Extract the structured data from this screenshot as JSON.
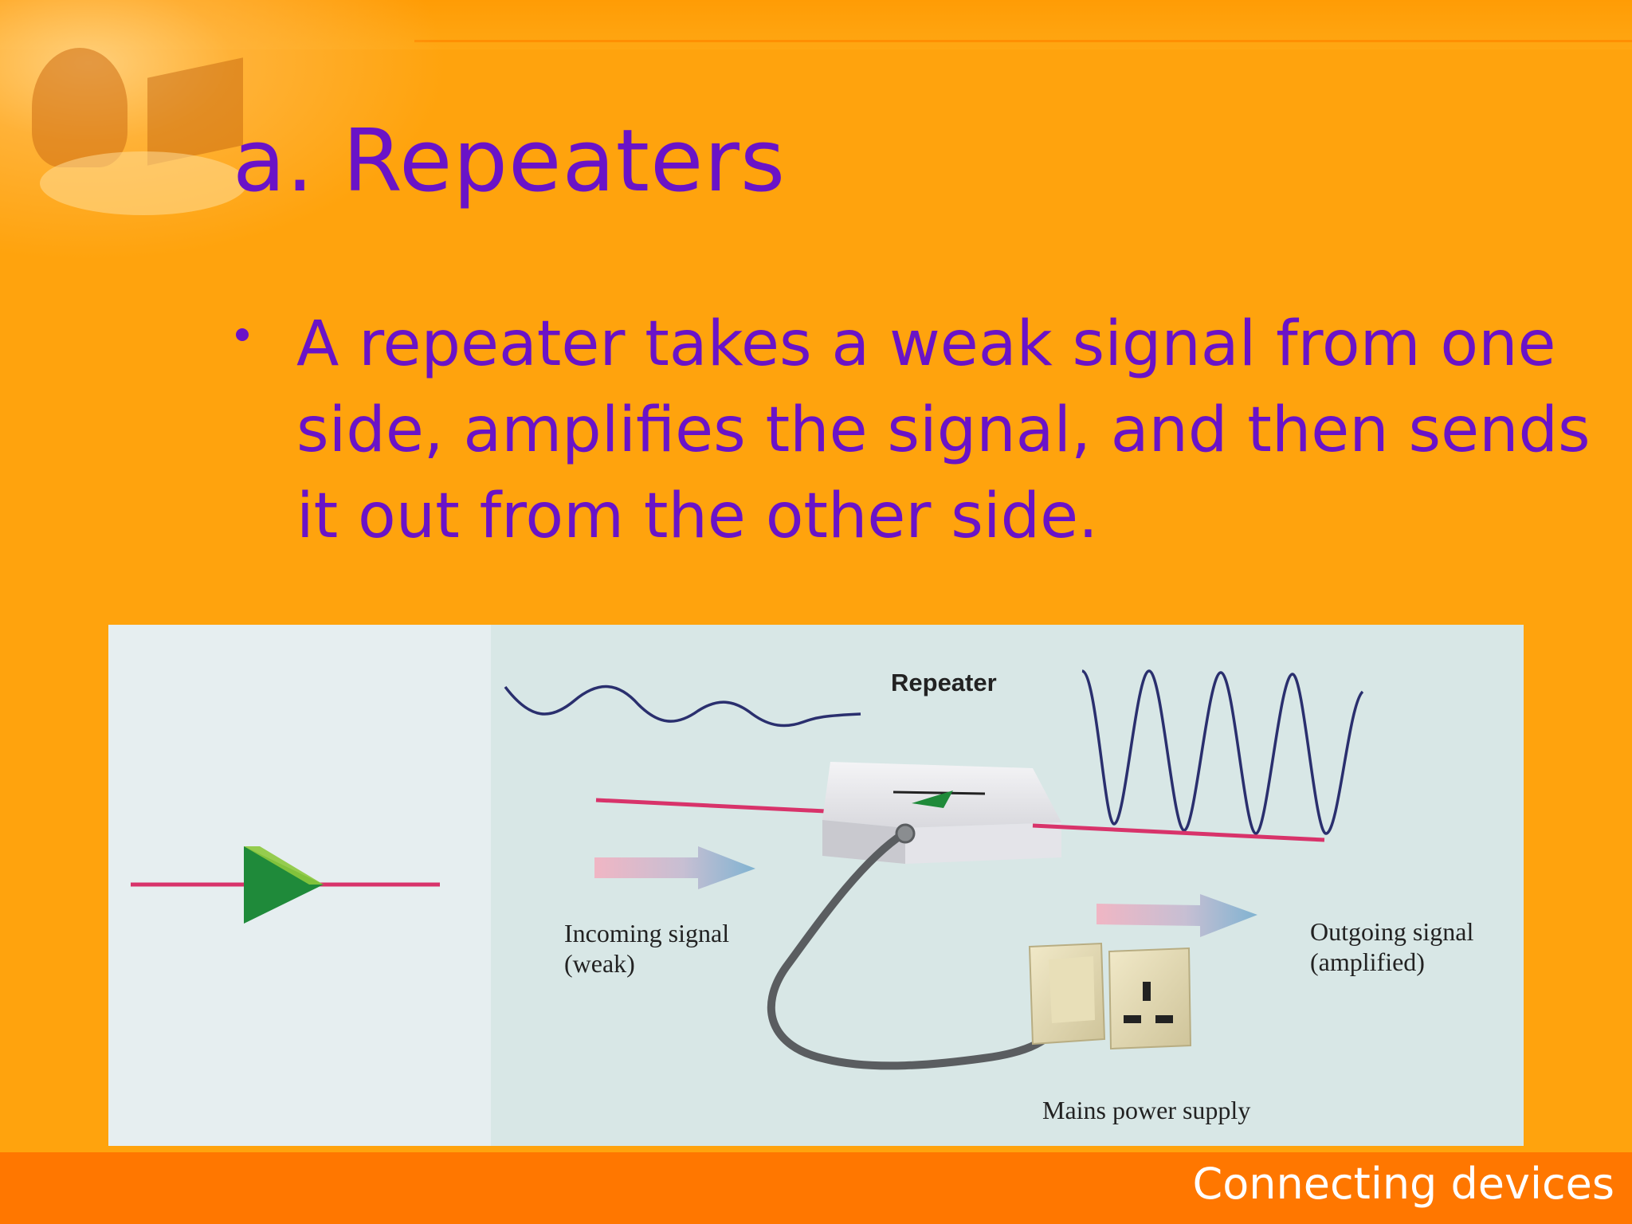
{
  "slide": {
    "title": "a. Repeaters",
    "bullet": "A repeater takes a weak signal from one side, amplifies the signal, and then sends it out from the other side."
  },
  "diagram": {
    "labels": {
      "repeater": "Repeater",
      "incoming": "Incoming signal\n(weak)",
      "outgoing": "Outgoing signal\n(amplified)",
      "mains": "Mains power supply"
    }
  },
  "footer": {
    "text": "Connecting devices"
  },
  "colors": {
    "title_text": "#6a13c7",
    "background": "#ffa30d",
    "footer_bar": "#ff7700",
    "signal_line": "#d8336a",
    "amplifier_green": "#1f8a3a",
    "arrow_blue": "#7fb2cf"
  }
}
